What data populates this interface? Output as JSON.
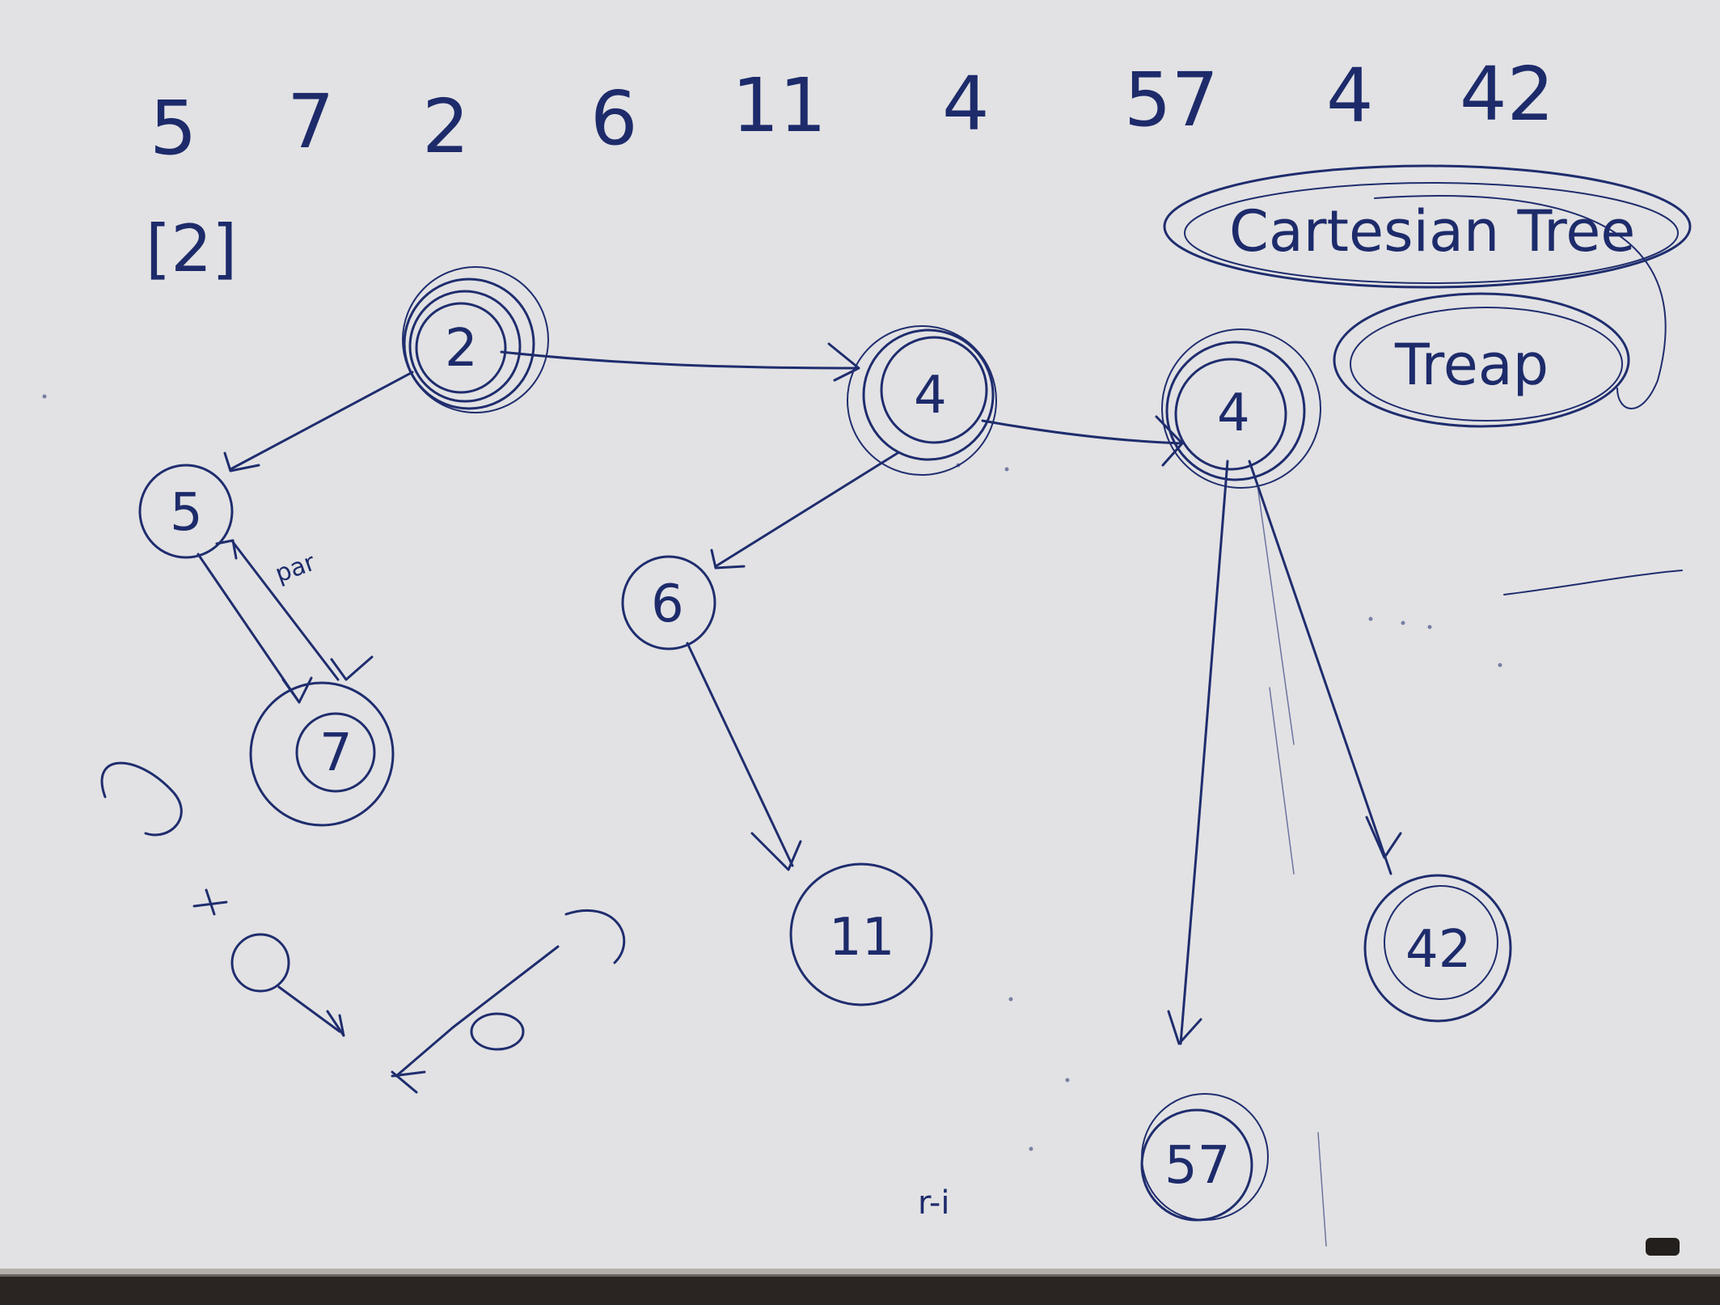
{
  "sequence": [
    "5",
    "7",
    "2",
    "6",
    "11",
    "4",
    "57",
    "4",
    "42"
  ],
  "stack_note": "[2]",
  "nodes": {
    "root": "2",
    "n5": "5",
    "n7": "7",
    "n4a": "4",
    "n6": "6",
    "n11": "11",
    "n4b": "4",
    "n57": "57",
    "n42": "42"
  },
  "edge_note": "par",
  "scribble_note": "r-i",
  "labels": {
    "cartesian_tree": "Cartesian Tree",
    "treap": "Treap"
  },
  "colors": {
    "board": "#e2e2e4",
    "ink": "#1f2d6e",
    "frame": "#2a2522"
  }
}
